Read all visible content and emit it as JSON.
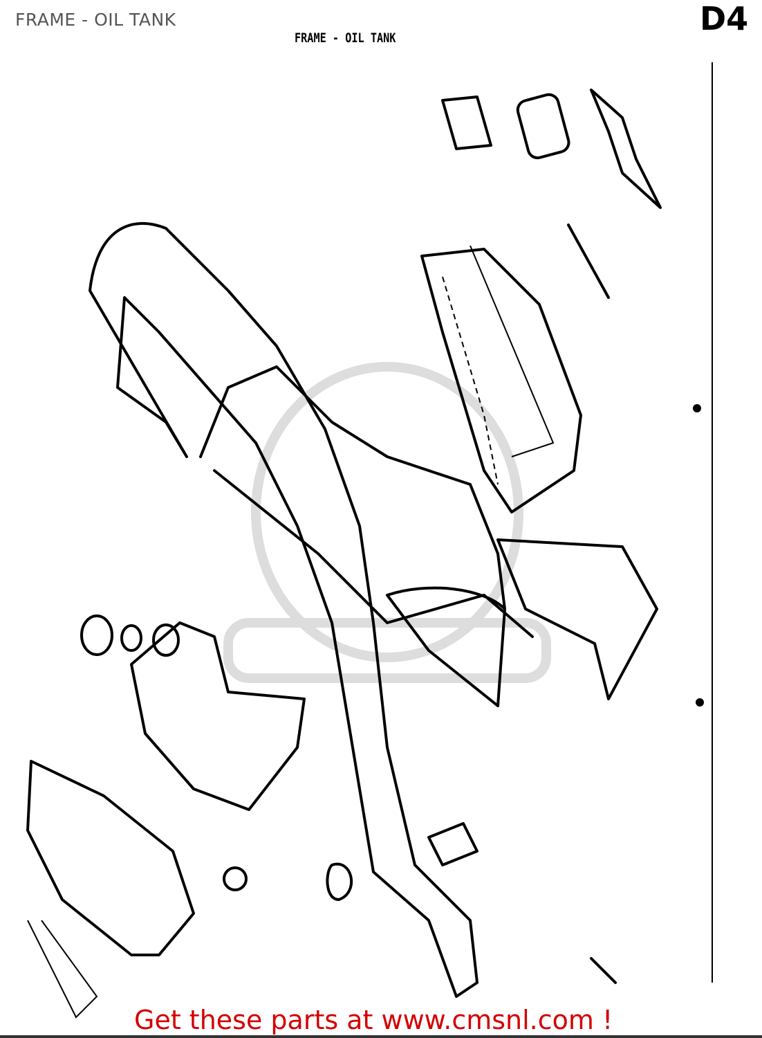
{
  "page": {
    "title": "FRAME - OIL TANK",
    "diagram_heading": "FRAME - OIL TANK",
    "page_code": "D4"
  },
  "footer": {
    "link_text": "Get these parts at www.cmsnl.com !",
    "link_color": "#d40000"
  }
}
